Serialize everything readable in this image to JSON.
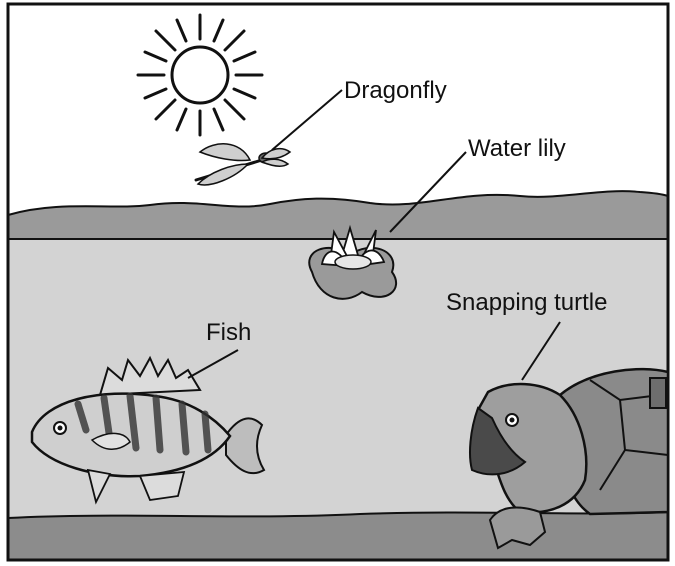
{
  "labels": {
    "dragonfly": "Dragonfly",
    "water_lily": "Water lily",
    "fish": "Fish",
    "snapping_turtle": "Snapping turtle"
  },
  "colors": {
    "sky": "#ffffff",
    "hills": "#9a9a9a",
    "water": "#d3d3d3",
    "pond_bottom": "#8c8c8c",
    "outline": "#111111"
  },
  "icons": {
    "sun": "sun-icon",
    "dragonfly": "dragonfly-icon",
    "water_lily": "water-lily-icon",
    "fish": "fish-icon",
    "snapping_turtle": "snapping-turtle-icon"
  }
}
